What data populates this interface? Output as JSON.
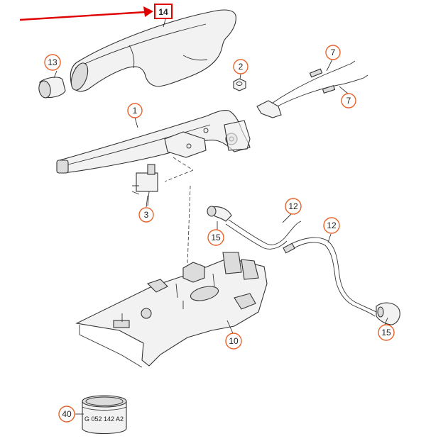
{
  "callouts": [
    {
      "id": "c14",
      "label": "14",
      "highlight": true
    },
    {
      "id": "c13",
      "label": "13"
    },
    {
      "id": "c2",
      "label": "2"
    },
    {
      "id": "c7a",
      "label": "7"
    },
    {
      "id": "c7b",
      "label": "7"
    },
    {
      "id": "c1",
      "label": "1"
    },
    {
      "id": "c3",
      "label": "3"
    },
    {
      "id": "c12a",
      "label": "12"
    },
    {
      "id": "c12b",
      "label": "12"
    },
    {
      "id": "c15a",
      "label": "15"
    },
    {
      "id": "c15b",
      "label": "15"
    },
    {
      "id": "c10",
      "label": "10"
    },
    {
      "id": "c40",
      "label": "40"
    }
  ],
  "part_40_marking": "G 052 142 A2",
  "colors": {
    "callout_border": "#e8622a",
    "highlight_border": "#e00000",
    "arrow": "#e00000",
    "line": "#333333"
  }
}
